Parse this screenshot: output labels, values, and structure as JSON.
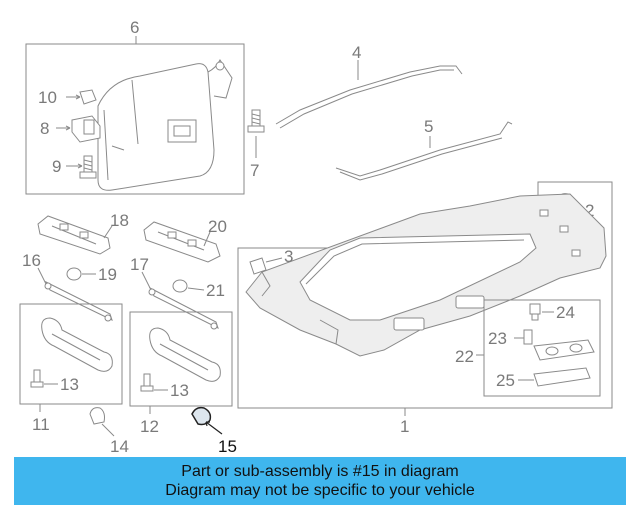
{
  "labels": {
    "l1": "1",
    "l2": "2",
    "l3": "3",
    "l4": "4",
    "l5": "5",
    "l6": "6",
    "l7": "7",
    "l8": "8",
    "l9": "9",
    "l10": "10",
    "l11": "11",
    "l12": "12",
    "l13a": "13",
    "l13b": "13",
    "l14": "14",
    "l15": "15",
    "l16": "16",
    "l17": "17",
    "l18": "18",
    "l19": "19",
    "l20": "20",
    "l21": "21",
    "l22": "22",
    "l23": "23",
    "l24": "24",
    "l25": "25"
  },
  "highlight_part": "15",
  "banner": {
    "line1": "Part or sub-assembly is #15 in diagram",
    "line2": "Diagram may not be specific to your vehicle"
  },
  "colors": {
    "banner_bg": "#3fb6ee",
    "line": "#8a8a8a",
    "text": "#7a7a7a",
    "highlight_text": "#111111"
  }
}
